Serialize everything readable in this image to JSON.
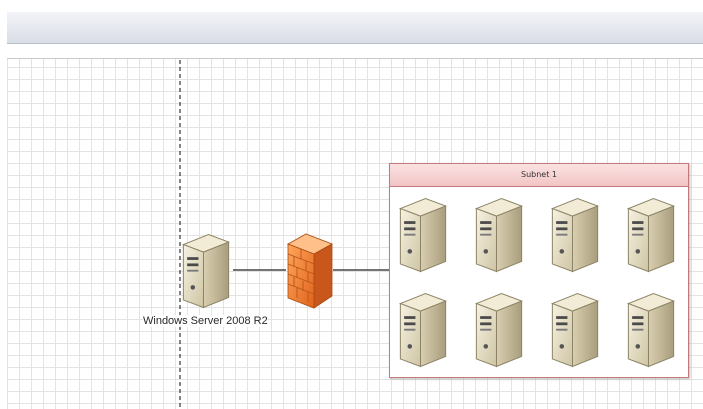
{
  "diagram": {
    "server": {
      "label": "Windows Server 2008 R2",
      "icon": "server-icon"
    },
    "firewall": {
      "icon": "firewall-icon"
    },
    "subnet": {
      "label": "Subnet 1",
      "server_count": 8,
      "icon": "server-icon"
    }
  },
  "colors": {
    "firewall": "#f07a2a",
    "subnet_header": "#f2c4c4",
    "subnet_border": "#c47a7a",
    "server_body": "#e8e0c6",
    "toolbar": "#dde1ea"
  }
}
